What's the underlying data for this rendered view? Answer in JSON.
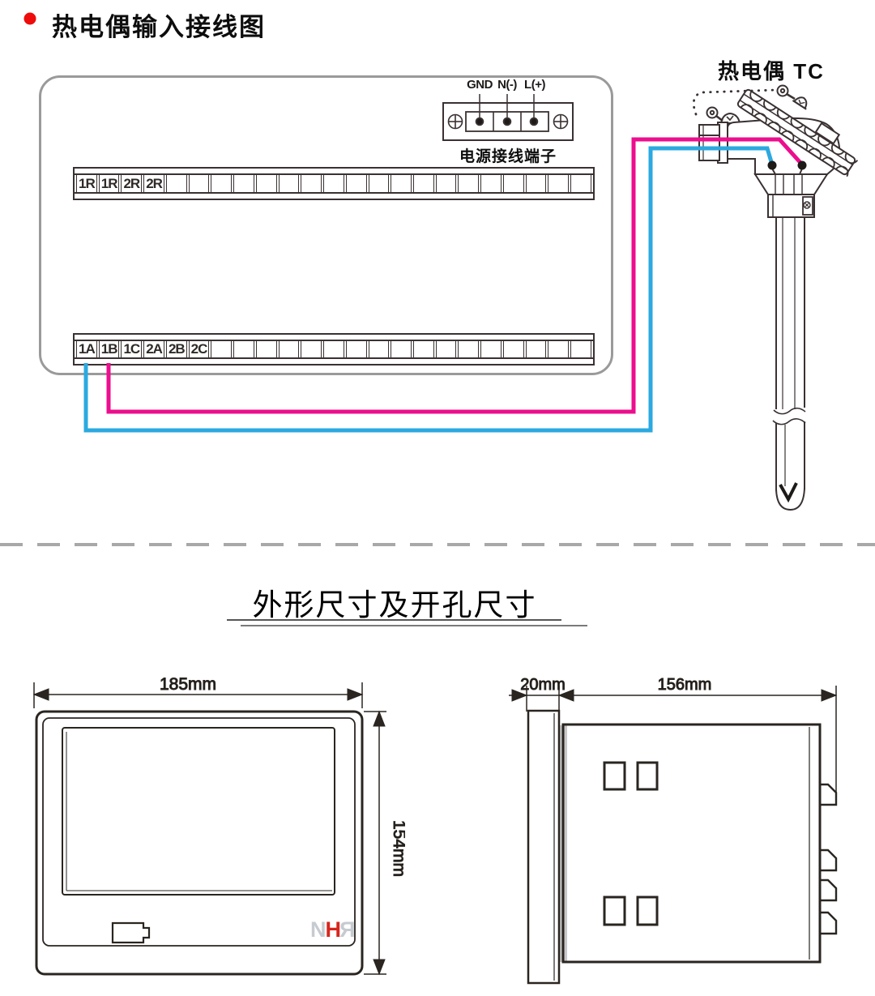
{
  "header": {
    "section1_title": "热电偶输入接线图",
    "section2_title": "外形尺寸及开孔尺寸"
  },
  "power_block": {
    "labels": [
      "GND",
      "N(-)",
      "L(+)"
    ],
    "caption": "电源接线端子"
  },
  "thermocouple": {
    "label": "热电偶 TC"
  },
  "terminal_strips": {
    "top": {
      "labels": [
        "1R",
        "1R",
        "2R",
        "2R"
      ],
      "total_cells": 23
    },
    "bottom": {
      "labels": [
        "1A",
        "1B",
        "1C",
        "2A",
        "2B",
        "2C"
      ],
      "total_cells": 23
    }
  },
  "wiring": {
    "wire_positive": {
      "from_terminal": "1B",
      "color": "#EC0E8E"
    },
    "wire_negative": {
      "from_terminal": "1A",
      "color": "#2BA9E0"
    }
  },
  "dimensions": {
    "front_width": "185mm",
    "front_height": "154mm",
    "side_depth": "20mm",
    "side_length": "156mm"
  },
  "logo": {
    "n": "N",
    "h": "H",
    "r": "R"
  },
  "colors": {
    "bullet_red": "#EE0B0B",
    "wire_pink": "#EC0E8E",
    "wire_cyan": "#2BA9E0",
    "logo_red": "#D6251D",
    "logo_gray": "#C6CBD1",
    "line_dark": "#3A3132",
    "box_border": "#9A9A9A"
  }
}
